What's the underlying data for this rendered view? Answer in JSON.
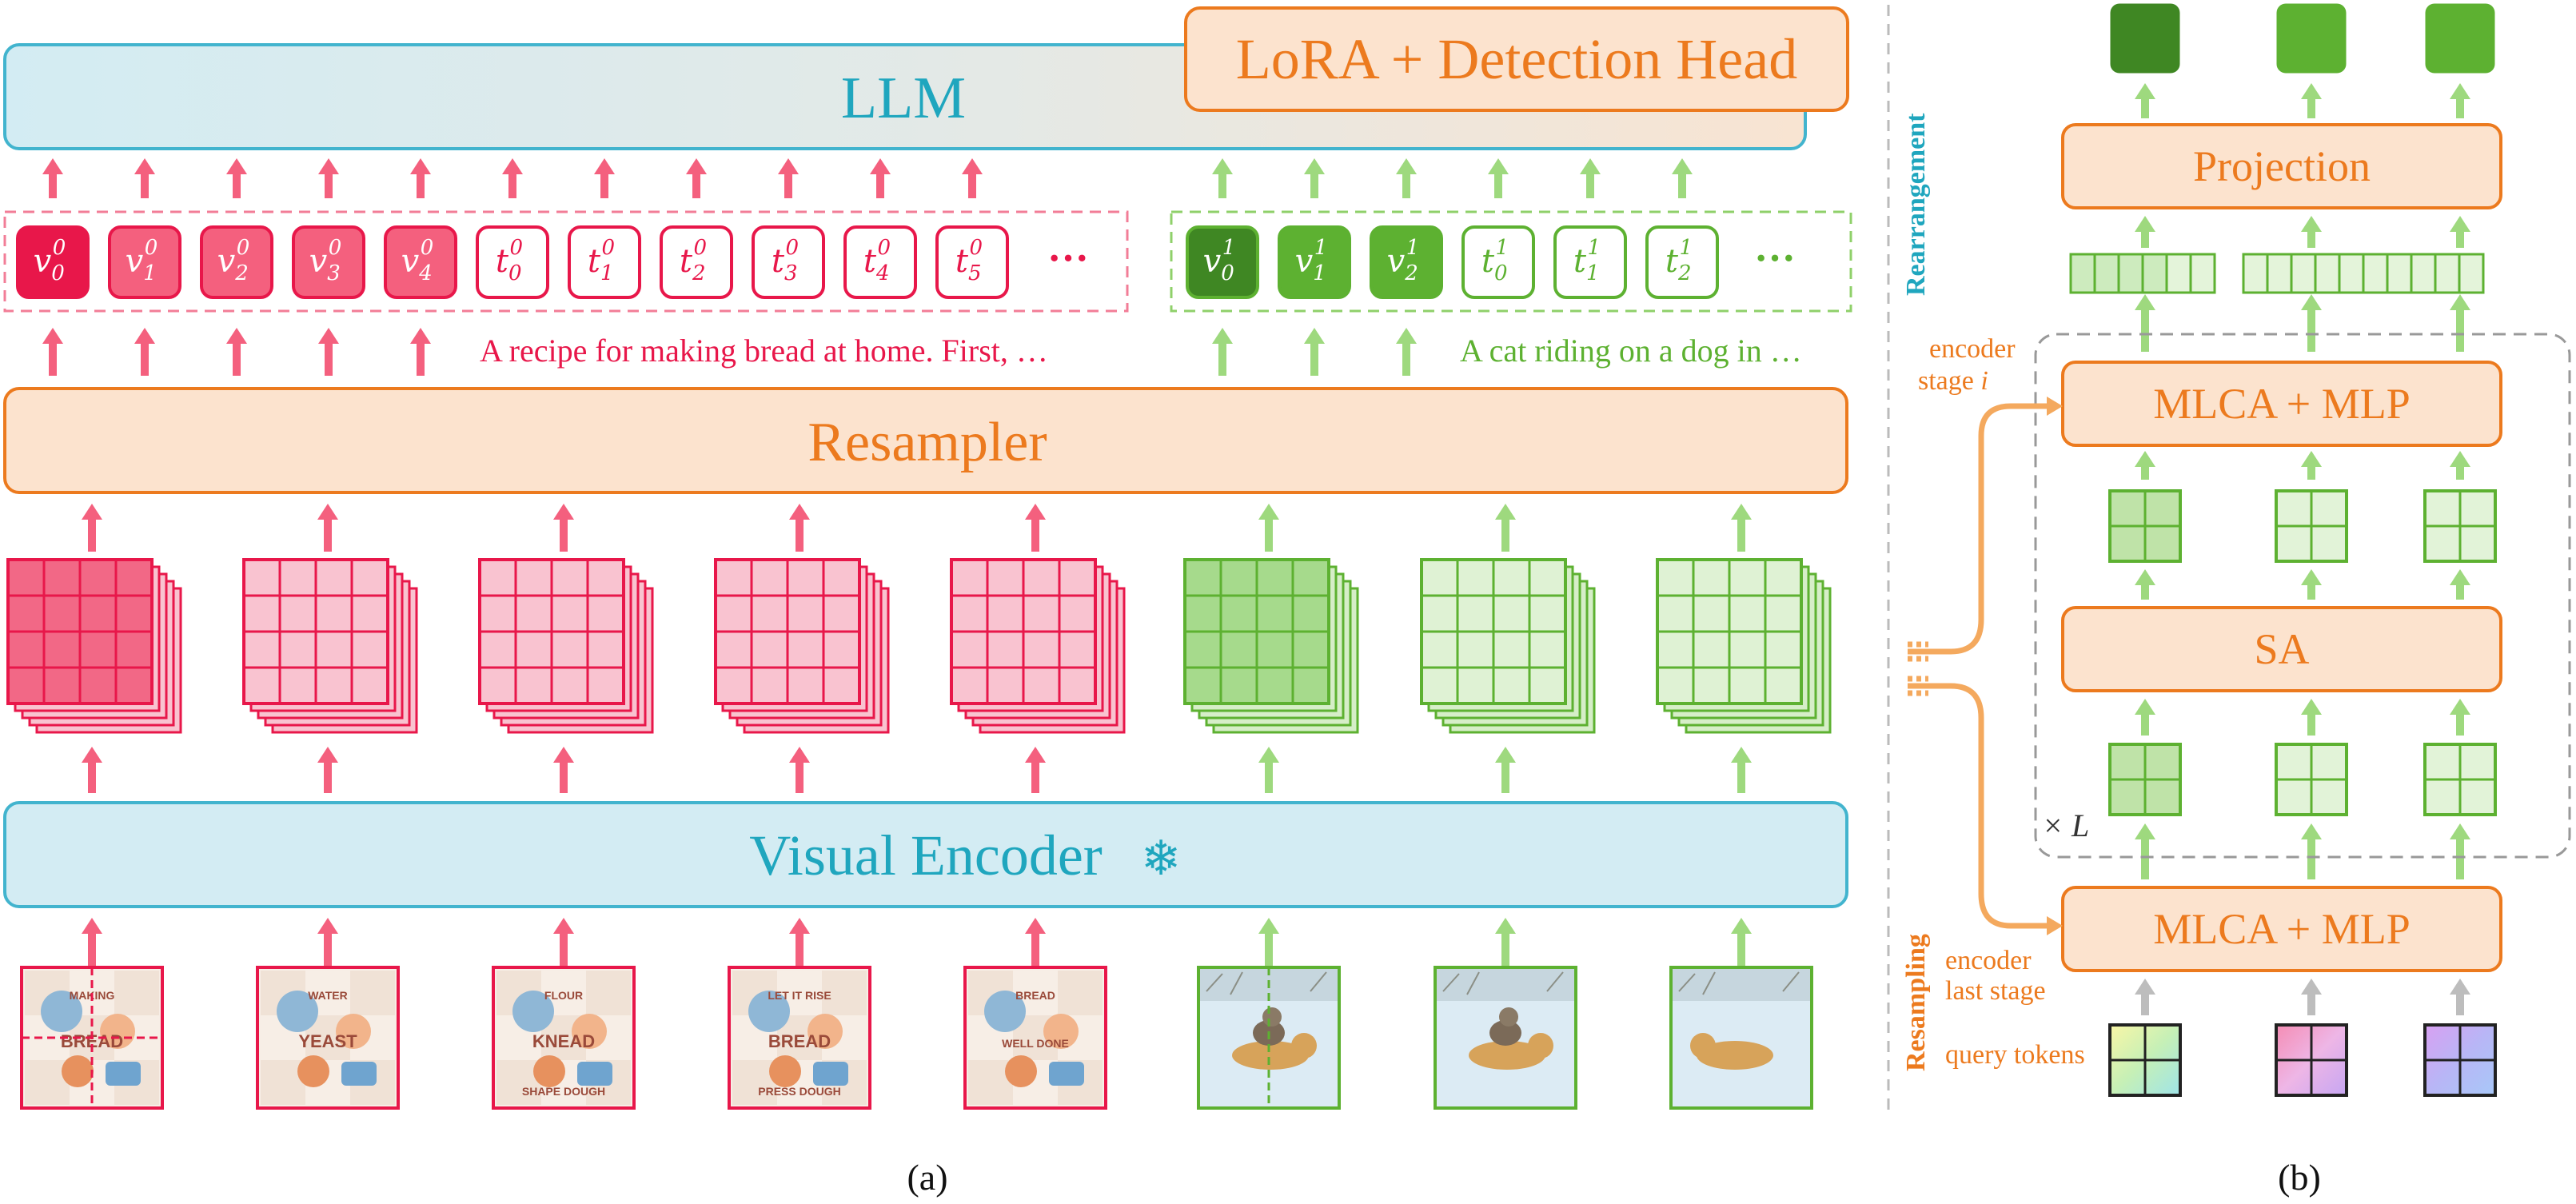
{
  "panel_a": {
    "llm_label": "LLM",
    "lora_label": "LoRA + Detection Head",
    "resampler_label": "Resampler",
    "encoder_label": "Visual Encoder",
    "snowflake_glyph": "❄",
    "caption": "(a)",
    "red_tokens": [
      {
        "base": "v",
        "sup": "0",
        "sub": "0"
      },
      {
        "base": "v",
        "sup": "0",
        "sub": "1"
      },
      {
        "base": "v",
        "sup": "0",
        "sub": "2"
      },
      {
        "base": "v",
        "sup": "0",
        "sub": "3"
      },
      {
        "base": "v",
        "sup": "0",
        "sub": "4"
      },
      {
        "base": "t",
        "sup": "0",
        "sub": "0"
      },
      {
        "base": "t",
        "sup": "0",
        "sub": "1"
      },
      {
        "base": "t",
        "sup": "0",
        "sub": "2"
      },
      {
        "base": "t",
        "sup": "0",
        "sub": "3"
      },
      {
        "base": "t",
        "sup": "0",
        "sub": "4"
      },
      {
        "base": "t",
        "sup": "0",
        "sub": "5"
      }
    ],
    "green_tokens": [
      {
        "base": "v",
        "sup": "1",
        "sub": "0"
      },
      {
        "base": "v",
        "sup": "1",
        "sub": "1"
      },
      {
        "base": "v",
        "sup": "1",
        "sub": "2"
      },
      {
        "base": "t",
        "sup": "1",
        "sub": "0"
      },
      {
        "base": "t",
        "sup": "1",
        "sub": "1"
      },
      {
        "base": "t",
        "sup": "1",
        "sub": "2"
      }
    ],
    "ellipsis": "···",
    "red_text": "A recipe for making bread at home. First, …",
    "green_text": "A cat riding on a dog in …",
    "red_image_texts": [
      [
        "MAKING",
        "BREAD"
      ],
      [
        "WATER",
        "YEAST"
      ],
      [
        "FLOUR",
        "KNEAD",
        "SHAPE DOUGH"
      ],
      [
        "LET IT RISE",
        "BREAD",
        "PRESS DOUGH"
      ],
      [
        "BREAD",
        "WELL DONE"
      ]
    ],
    "colors": {
      "red": "#E8174A",
      "green": "#5DB131",
      "teal": "#1FA6BE",
      "orange": "#EC7A1E"
    }
  },
  "panel_b": {
    "projection_label": "Projection",
    "mlca_top_label": "MLCA + MLP",
    "sa_label": "SA",
    "mlca_bottom_label": "MLCA + MLP",
    "repeat_label": "× L",
    "encoder_stage_label": [
      "encoder",
      "stage"
    ],
    "encoder_stage_var": "i",
    "encoder_last_label": [
      "encoder",
      "last stage"
    ],
    "query_label": "query tokens",
    "rearrangement_label": "Rearrangement",
    "resampling_label": "Resampling",
    "caption": "(b)"
  }
}
